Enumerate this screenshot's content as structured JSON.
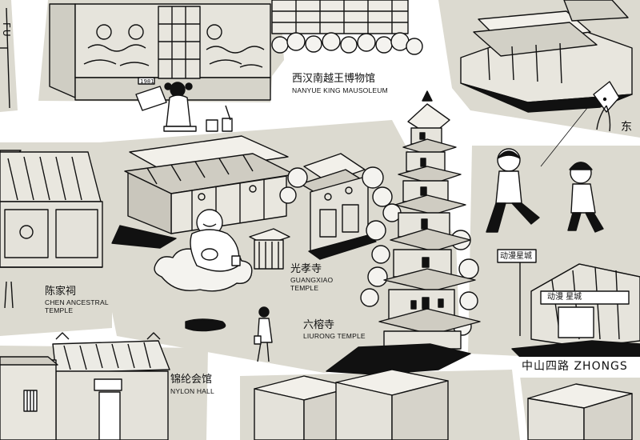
{
  "map": {
    "colors": {
      "block": "#dcdad0",
      "ink": "#111111",
      "road": "#ffffff",
      "shade": "#9a9a95"
    },
    "landmarks": [
      {
        "id": "nanyue",
        "zh": "西汉南越王博物馆",
        "en": "NANYUE KING MAUSOLEUM"
      },
      {
        "id": "guangxiao",
        "zh": "光孝寺",
        "en": "GUANGXIAO TEMPLE"
      },
      {
        "id": "liurong",
        "zh": "六榕寺",
        "en": "LIURONG TEMPLE"
      },
      {
        "id": "chen",
        "zh": "陈家祠",
        "en": "CHEN ANCESTRAL TEMPLE"
      },
      {
        "id": "nylon",
        "zh": "锦纶会馆",
        "en": "NYLON HALL"
      }
    ],
    "road_zhongshan": "中山四路 ZHONGS",
    "road_dong": "东",
    "edge_text": "FU",
    "signs": {
      "anime_vertical": "动漫星城",
      "anime_front": "动漫 星城",
      "mural_year": "1981"
    }
  }
}
